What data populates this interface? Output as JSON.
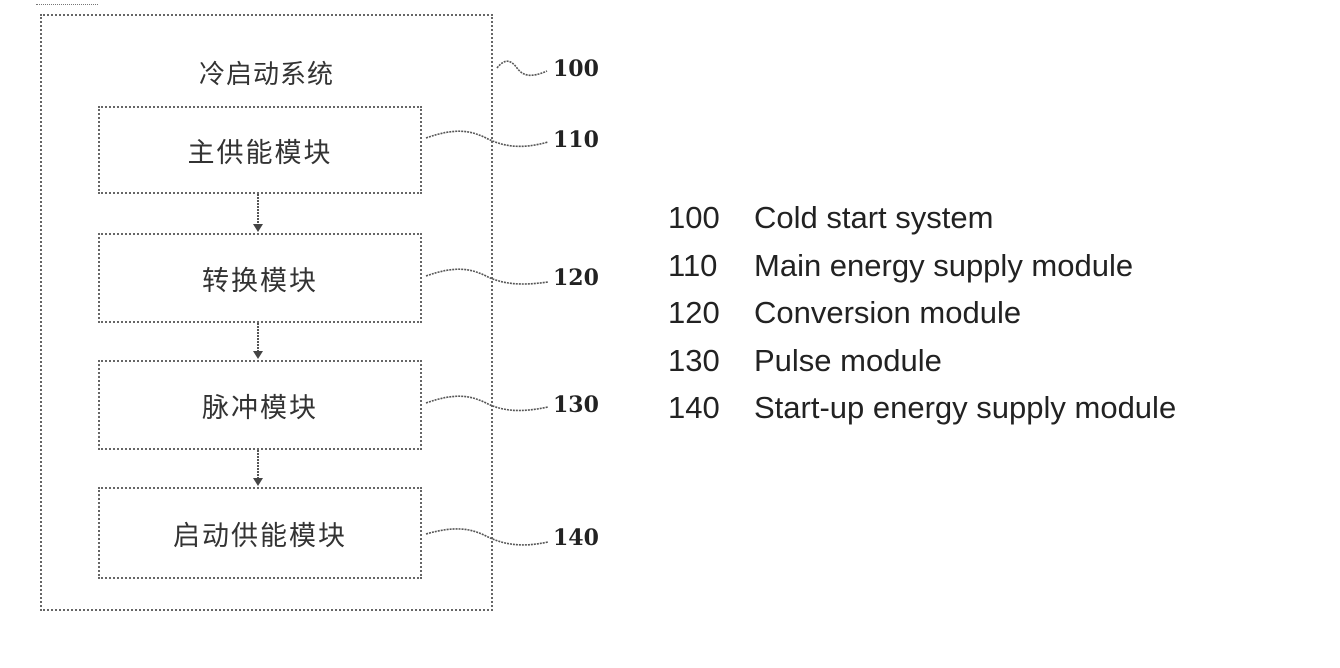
{
  "diagram": {
    "system": {
      "ref": "100",
      "title": "冷启动系统"
    },
    "modules": [
      {
        "ref": "110",
        "label": "主供能模块"
      },
      {
        "ref": "120",
        "label": "转换模块"
      },
      {
        "ref": "130",
        "label": "脉冲模块"
      },
      {
        "ref": "140",
        "label": "启动供能模块"
      }
    ]
  },
  "legend": [
    {
      "code": "100",
      "text": "Cold start system"
    },
    {
      "code": "110",
      "text": "Main energy supply module"
    },
    {
      "code": "120",
      "text": "Conversion module"
    },
    {
      "code": "130",
      "text": "Pulse module"
    },
    {
      "code": "140",
      "text": "Start-up energy supply module"
    }
  ],
  "colors": {
    "line": "#555555",
    "box_border": "#666666",
    "background": "#ffffff"
  }
}
